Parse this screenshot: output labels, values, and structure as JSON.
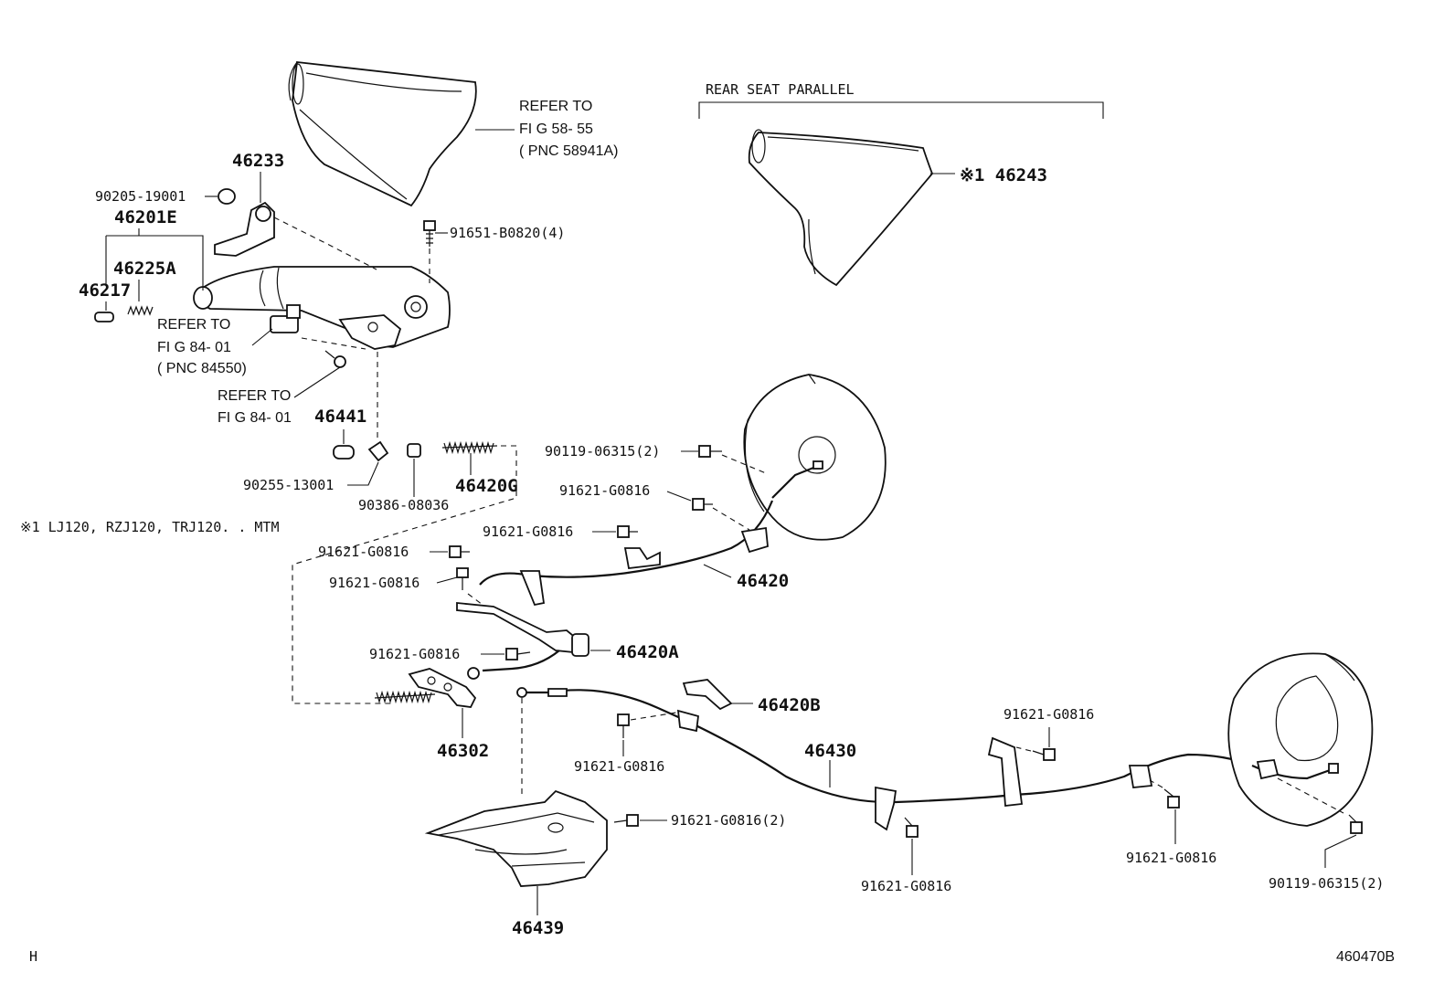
{
  "header": {
    "rear_seat_parallel": "REAR SEAT PARALLEL"
  },
  "references": {
    "refer_fig58": {
      "l1": "REFER TO",
      "l2": "FI G 58- 55",
      "l3": "( PNC 58941A)"
    },
    "refer_fig84_pnc": {
      "l1": "REFER TO",
      "l2": "FI G 84- 01",
      "l3": "( PNC 84550)"
    },
    "refer_fig84": {
      "l1": "REFER TO",
      "l2": "FI G 84- 01"
    }
  },
  "note": "※1 LJ120, RZJ120, TRJ120. . MTM",
  "labels": {
    "p46233": "46233",
    "p90205": "90205-19001",
    "p46201E": "46201E",
    "p46225A": "46225A",
    "p46217": "46217",
    "p91651": "91651-B0820(4)",
    "p46243": "※1 46243",
    "p46441": "46441",
    "p90255": "90255-13001",
    "p90386": "90386-08036",
    "p46420G": "46420G",
    "p90119a": "90119-06315(2)",
    "p91621a": "91621-G0816",
    "p91621b": "91621-G0816",
    "p91621c": "91621-G0816",
    "p91621d": "91621-G0816",
    "p46420": "46420",
    "p91621e": "91621-G0816",
    "p46420A": "46420A",
    "p46420B": "46420B",
    "p46302": "46302",
    "p91621f": "91621-G0816",
    "p46430": "46430",
    "p91621g": "91621-G0816",
    "p91621h": "91621-G0816(2)",
    "p91621i": "91621-G0816",
    "p91621j": "91621-G0816",
    "p90119b": "90119-06315(2)",
    "p46439": "46439"
  },
  "footer": {
    "left_code": "H",
    "right_code": "460470B"
  }
}
